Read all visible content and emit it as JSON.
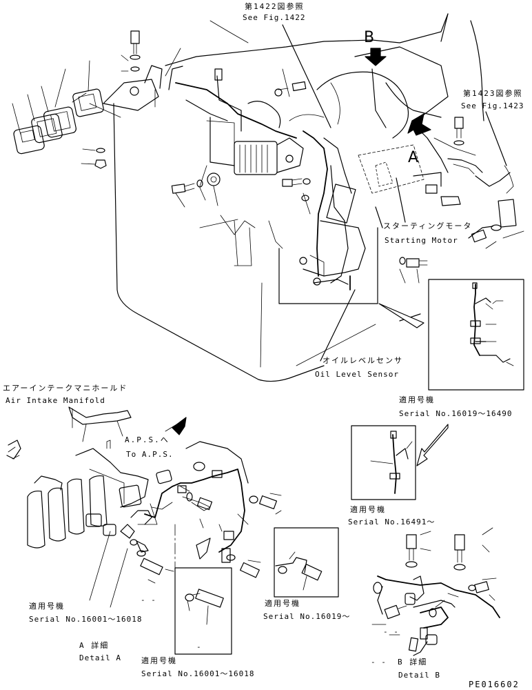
{
  "labels": {
    "see_1422_jp": "第1422図参照",
    "see_1422_en": "See Fig.1422",
    "see_1423_jp": "第1423図参照",
    "see_1423_en": "See Fig.1423",
    "view_b": "B",
    "view_a": "A",
    "starting_motor_jp": "スターティングモータ",
    "starting_motor_en": "Starting Motor",
    "oil_level_sensor_jp": "オイルレベルセンサ",
    "oil_level_sensor_en": "Oil Level Sensor",
    "serial_16019_16490_jp": "適用号機",
    "serial_16019_16490_en": "Serial No.16019～16490",
    "serial_16491_jp": "適用号機",
    "serial_16491_en": "Serial No.16491～",
    "air_intake_jp": "エアーインテークマニホールド",
    "air_intake_en": "Air Intake Manifold",
    "aps_jp": "A.P.S.へ",
    "aps_en": "To A.P.S.",
    "serial_a1_jp": "適用号機",
    "serial_a1_en": "Serial No.16001～16018",
    "serial_a2_jp": "適用号機",
    "serial_a2_en": "Serial No.16019～",
    "detail_a_jp": "A 詳細",
    "detail_a_en": "Detail A",
    "serial_a3_jp": "適用号機",
    "serial_a3_en": "Serial No.16001～16018",
    "detail_b_jp": "B 詳細",
    "detail_b_en": "Detail B",
    "dash_1": "- -",
    "dash_2": "- -",
    "dash_3": "- -",
    "dash_4": "-",
    "drawing_code": "PE016602"
  }
}
